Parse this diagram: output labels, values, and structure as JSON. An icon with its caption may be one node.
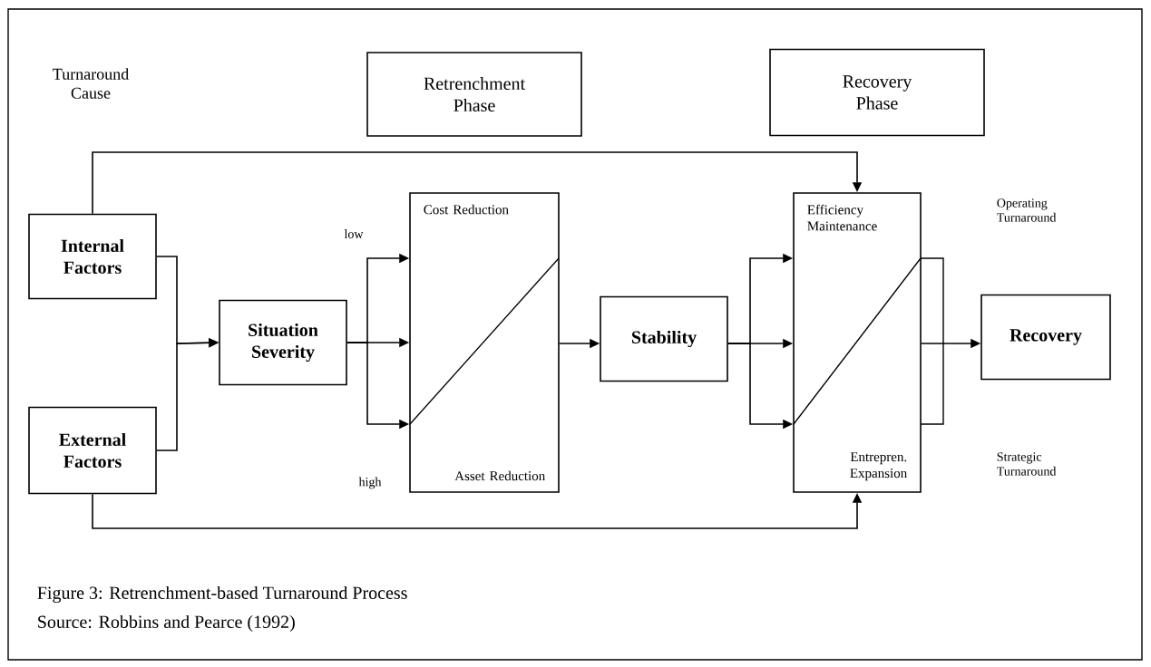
{
  "diagram": {
    "caption": "Figure 3: Retrenchment-based Turnaround Process",
    "nodes": [
      {
        "text": [
          "Retrenchment Phase"
        ]
      },
      {
        "text": [
          "Recovery Phase"
        ]
      },
      {
        "text": [
          "Internal Factors"
        ]
      },
      {
        "text": [
          "External Factors"
        ]
      },
      {
        "text": [
          "Situation Severity"
        ]
      },
      {
        "text": [
          "Cost Reduction",
          "Asset Reduction"
        ]
      },
      {
        "text": [
          "Stability"
        ]
      },
      {
        "text": [
          "Efficiency Maintenance",
          "Entrepren. Expansion"
        ]
      },
      {
        "text": [
          "Recovery"
        ]
      }
    ],
    "edges": [
      {
        "from": 2,
        "to": 4,
        "arrow": "to"
      },
      {
        "from": 3,
        "to": 4,
        "arrow": "to"
      },
      {
        "from": 2,
        "to": 7,
        "arrow": "to"
      },
      {
        "from": 3,
        "to": 7,
        "arrow": "to"
      },
      {
        "from": 4,
        "to": 5,
        "arrow": "to"
      },
      {
        "from": 4,
        "to": 5,
        "arrow": "to"
      },
      {
        "from": 4,
        "to": 5,
        "arrow": "to"
      },
      {
        "from": 5,
        "to": 6,
        "arrow": "to"
      },
      {
        "from": 6,
        "to": 7,
        "arrow": "to"
      },
      {
        "from": 6,
        "to": 7,
        "arrow": "to"
      },
      {
        "from": 6,
        "to": 7,
        "arrow": "to"
      },
      {
        "from": 7,
        "to": 8,
        "arrow": "to"
      }
    ],
    "labels": [
      "Turnaround Cause",
      "low",
      "Operating Turnaround",
      "high",
      "Strategic Turnaround",
      "Source: Robbins and Pearce (1992)"
    ]
  }
}
